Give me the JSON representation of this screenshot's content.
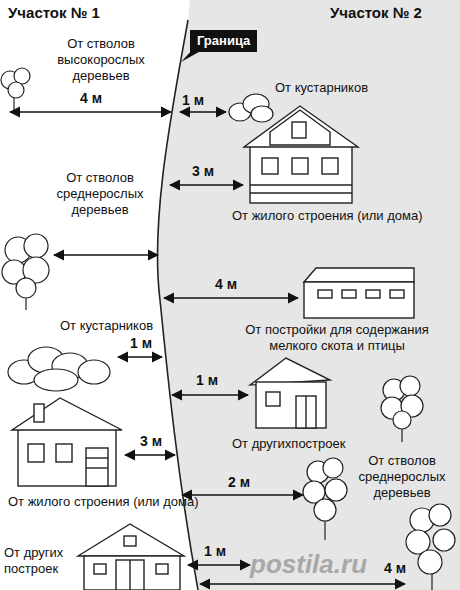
{
  "diagram": {
    "nodes": [
      {
        "text": [
          "Граница"
        ]
      }
    ],
    "labels": [
      "Участок № 1",
      "Участок № 2",
      "От стволов высокорослых деревьев",
      "4 м",
      "1 м",
      "От кустарников",
      "3 м",
      "От стволов среднерослых деревьев",
      "От жилого строения (или дома)",
      "4 м",
      "От постройки для содержания мелкого скота и птицы",
      "От кустарников",
      "1 м",
      "1 м",
      "От другихпостроек",
      "3 м",
      "2 м",
      "От стволов среднерослых деревьев",
      "От жилого строения (или дома)",
      "1 м",
      "От других построек",
      "4 м",
      "postila.ru"
    ]
  }
}
